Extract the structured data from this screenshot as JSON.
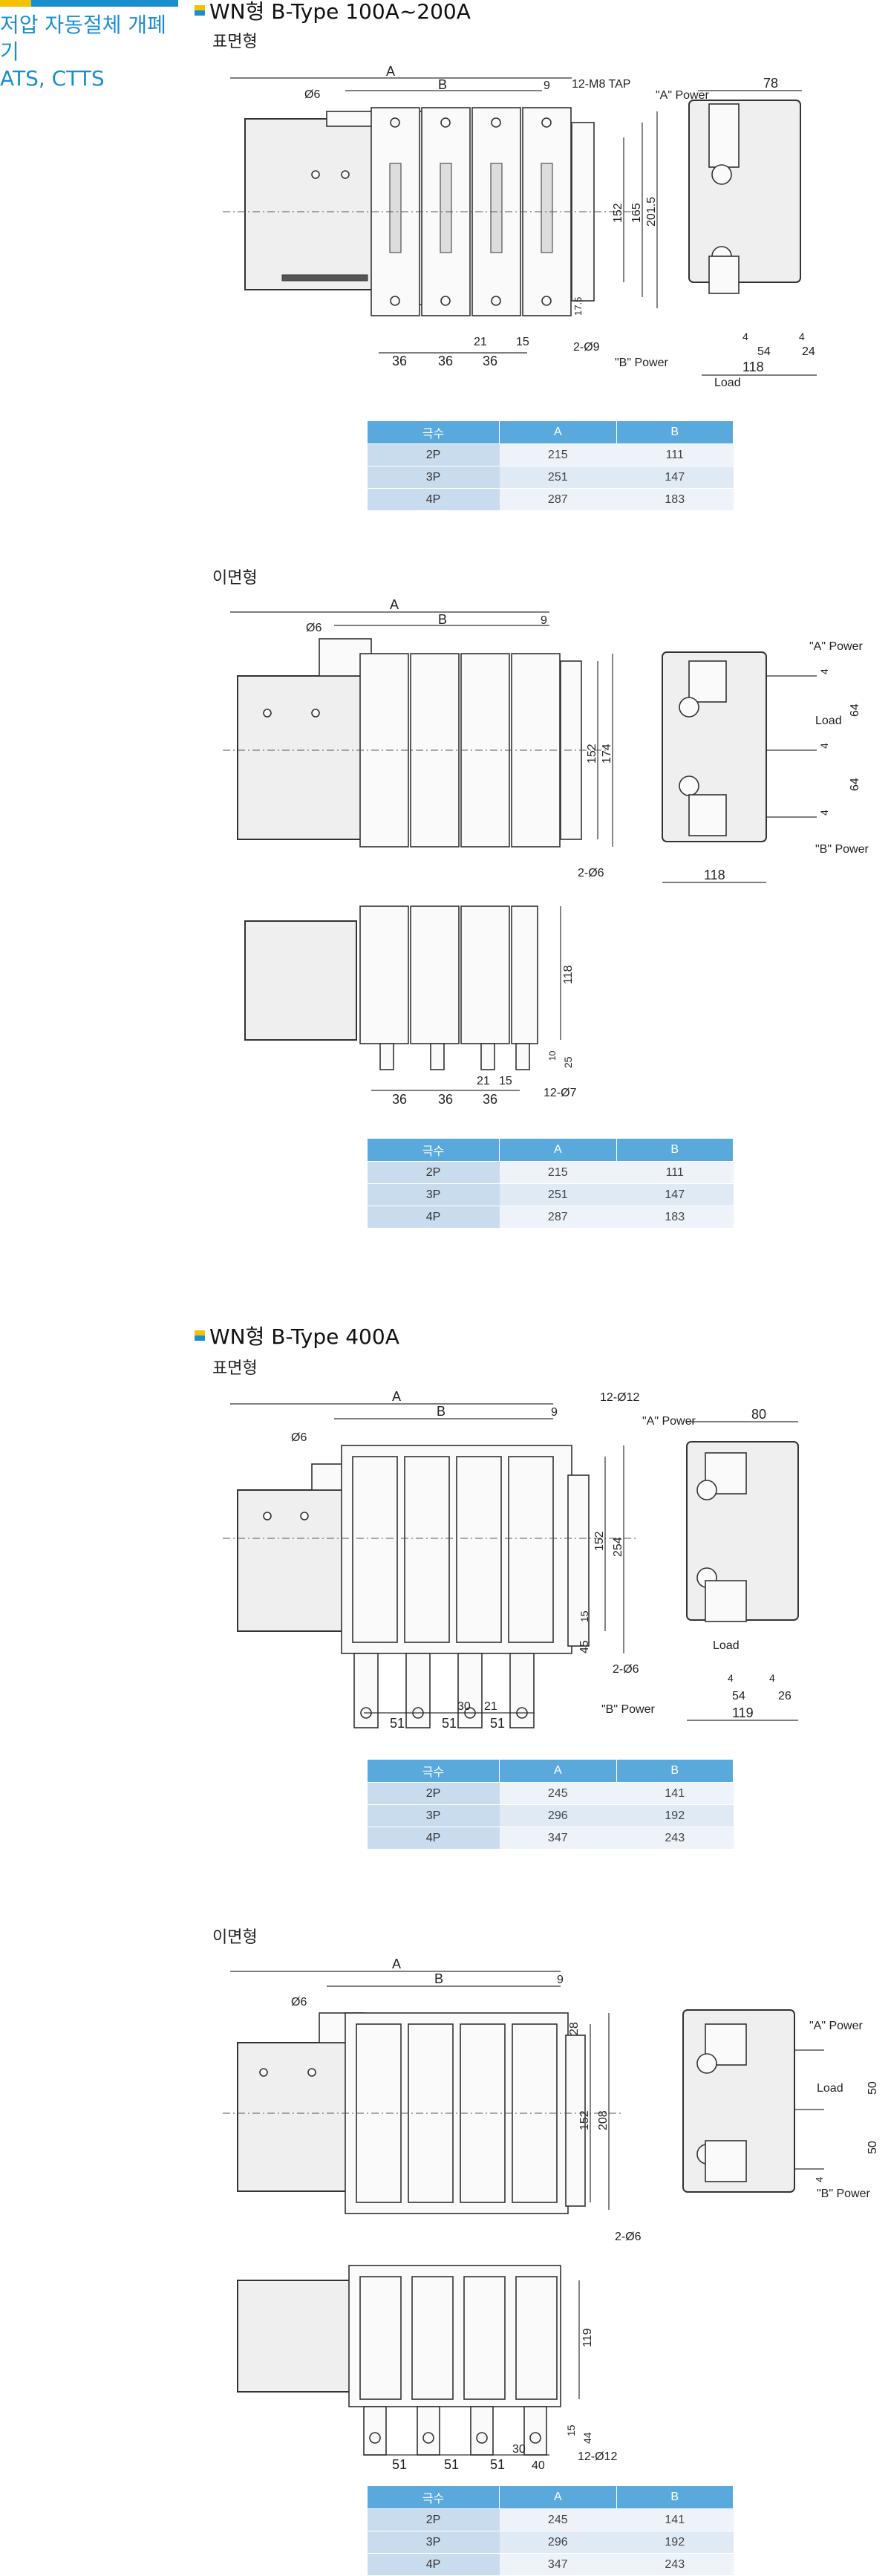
{
  "sidebar": {
    "title_line1": "저압 자동절체 개폐기",
    "title_line2": "ATS, CTTS",
    "bar_colors": [
      "#f2c200",
      "#1a8fd0"
    ]
  },
  "accent": "#1a8fd0",
  "sections": [
    {
      "title": "WN형 B-Type 100A~200A",
      "front": {
        "label": "표면형",
        "dims": {
          "A": "A",
          "B": "B",
          "nine": "9",
          "phi6": "Ø6",
          "tap": "12-M8 TAP",
          "d152": "152",
          "d165": "165",
          "d2015": "201.5",
          "d175": "17.5",
          "d36a": "36",
          "d36b": "36",
          "d36c": "36",
          "d21": "21",
          "d15": "15",
          "hole": "2-Ø9",
          "a_power": "\"A\" Power",
          "b_power": "\"B\" Power",
          "load": "Load",
          "d78": "78",
          "d4a": "4",
          "d4b": "4",
          "d54": "54",
          "d24": "24",
          "d118": "118"
        },
        "table": {
          "headers": [
            "극수",
            "A",
            "B"
          ],
          "rows": [
            [
              "2P",
              "215",
              "111"
            ],
            [
              "3P",
              "251",
              "147"
            ],
            [
              "4P",
              "287",
              "183"
            ]
          ]
        }
      },
      "rear": {
        "label": "이면형",
        "dims": {
          "A": "A",
          "B": "B",
          "nine": "9",
          "phi6": "Ø6",
          "d152": "152",
          "d174": "174",
          "hole": "2-Ø6",
          "a_power": "\"A\" Power",
          "b_power": "\"B\" Power",
          "load": "Load",
          "d4a": "4",
          "d4b": "4",
          "d4c": "4",
          "d64a": "64",
          "d64b": "64",
          "d118": "118",
          "d118v": "118",
          "d10": "10",
          "d25": "25",
          "d36a": "36",
          "d36b": "36",
          "d36c": "36",
          "d21": "21",
          "d15": "15",
          "hole2": "12-Ø7"
        },
        "table": {
          "headers": [
            "극수",
            "A",
            "B"
          ],
          "rows": [
            [
              "2P",
              "215",
              "111"
            ],
            [
              "3P",
              "251",
              "147"
            ],
            [
              "4P",
              "287",
              "183"
            ]
          ]
        }
      }
    },
    {
      "title": "WN형 B-Type 400A",
      "front": {
        "label": "표면형",
        "dims": {
          "A": "A",
          "B": "B",
          "nine": "9",
          "phi6": "Ø6",
          "tap": "12-Ø12",
          "d152": "152",
          "d254": "254",
          "d15": "15",
          "d45": "45",
          "hole": "2-Ø6",
          "d51a": "51",
          "d51b": "51",
          "d51c": "51",
          "d30": "30",
          "d21": "21",
          "a_power": "\"A\" Power",
          "b_power": "\"B\" Power",
          "load": "Load",
          "d80": "80",
          "d4a": "4",
          "d4b": "4",
          "d54": "54",
          "d26": "26",
          "d119": "119"
        },
        "table": {
          "headers": [
            "극수",
            "A",
            "B"
          ],
          "rows": [
            [
              "2P",
              "245",
              "141"
            ],
            [
              "3P",
              "296",
              "192"
            ],
            [
              "4P",
              "347",
              "243"
            ]
          ]
        }
      },
      "rear": {
        "label": "이면형",
        "dims": {
          "A": "A",
          "B": "B",
          "nine": "9",
          "phi6": "Ø6",
          "d28": "28",
          "d152": "152",
          "d208": "208",
          "hole": "2-Ø6",
          "a_power": "\"A\" Power",
          "b_power": "\"B\" Power",
          "load": "Load",
          "d50a": "50",
          "d50b": "50",
          "d4": "4",
          "d119": "119",
          "d15": "15",
          "d44": "44",
          "d51a": "51",
          "d51b": "51",
          "d51c": "51",
          "d30": "30",
          "d40": "40",
          "hole2": "12-Ø12"
        },
        "table": {
          "headers": [
            "극수",
            "A",
            "B"
          ],
          "rows": [
            [
              "2P",
              "245",
              "141"
            ],
            [
              "3P",
              "296",
              "192"
            ],
            [
              "4P",
              "347",
              "243"
            ]
          ]
        }
      }
    }
  ]
}
